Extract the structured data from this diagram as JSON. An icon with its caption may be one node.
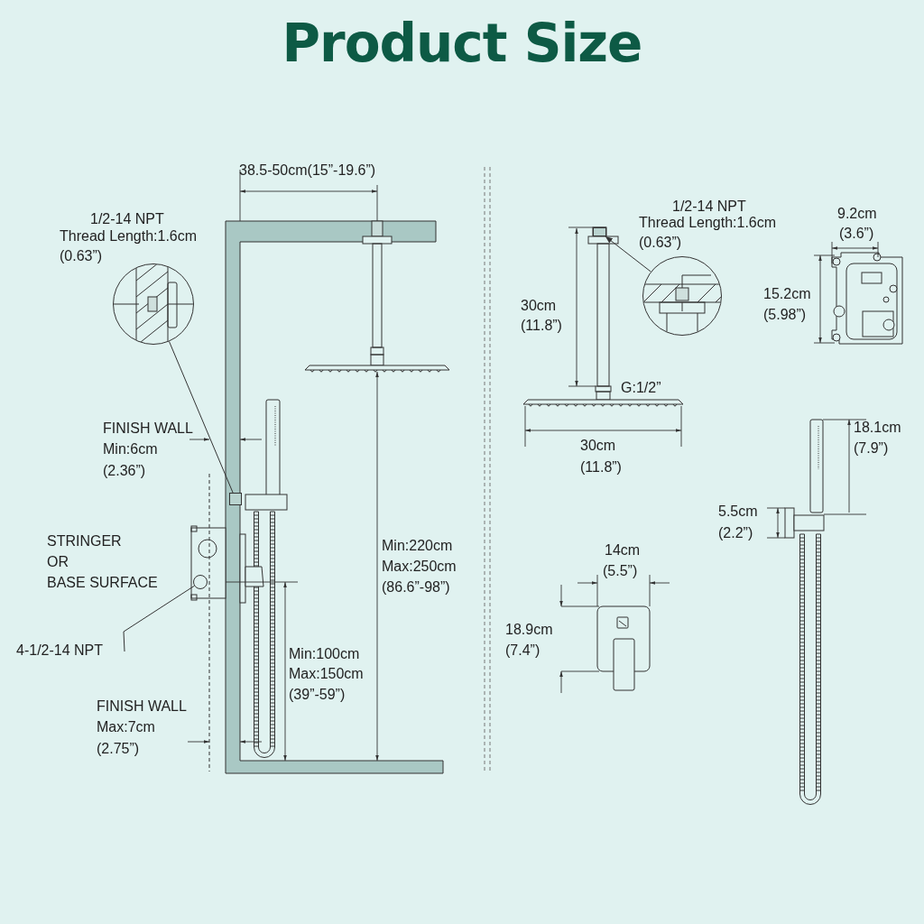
{
  "diagram": {
    "title": "Product Size",
    "nodes": [
      {
        "text": [],
        "shape": "circle"
      },
      {
        "text": [],
        "shape": "box"
      },
      {
        "text": [
          "4-1/2-14 NPT"
        ]
      },
      {
        "text": [],
        "shape": "circle"
      },
      {
        "text": [],
        "shape": "circle"
      },
      {
        "text": [],
        "shape": "box"
      }
    ],
    "edges": [
      {
        "from": 0,
        "to": 1,
        "arrow": "none"
      },
      {
        "from": 2,
        "to": 3,
        "arrow": "none"
      },
      {
        "from": 4,
        "to": 5,
        "arrow": "to"
      }
    ],
    "labels": [
      "38.5-50cm(15”-19.6”)",
      "1/2-14 NPT",
      "Thread Length:1.6cm",
      "(0.63”)",
      "1/2-14 NPT",
      "Thread Length:1.6cm",
      "(0.63”)",
      "9.2cm",
      "(3.6”)",
      "30cm",
      "(11.8”)",
      "15.2cm",
      "(5.98”)",
      "G:1/2”",
      "FINISH WALL",
      "Min:6cm",
      "(2.36”)",
      "30cm",
      "(11.8”)",
      "18.1cm",
      "(7.9”)",
      "5.5cm",
      "(2.2”)",
      "STRINGER",
      "OR",
      "BASE SURFACE",
      "Min:220cm",
      "Max:250cm",
      "(86.6”-98”)",
      "14cm",
      "(5.5”)",
      "18.9cm",
      "(7.4”)",
      "Min:100cm",
      "Max:150cm",
      "(39”-59”)",
      "FINISH WALL",
      "Max:7cm",
      "(2.75”)"
    ]
  }
}
